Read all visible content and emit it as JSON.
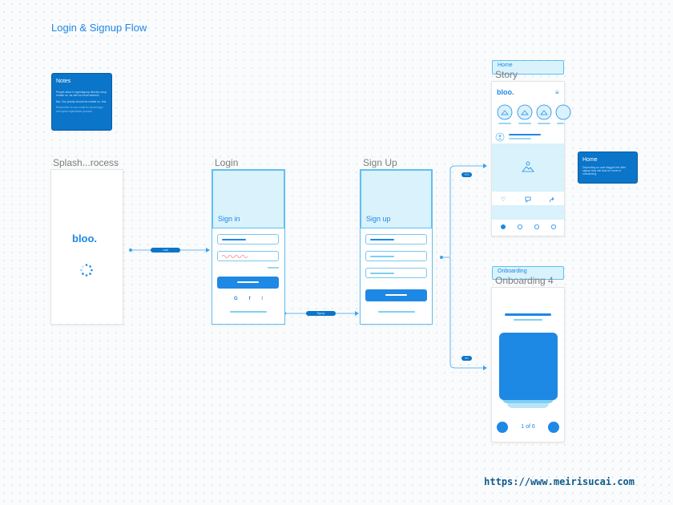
{
  "title": "Login & Signup Flow",
  "notes": {
    "title": "Notes",
    "body": [
      "People allow in login/signup directly using mobile no. as well as email address",
      "But, Our priority should be mobile no. first",
      "Remember to use email for social login and quick registration process"
    ]
  },
  "home_note": {
    "title": "Home",
    "body": "Depending on user flagged the after signup they will land on home or onboarding."
  },
  "screens": {
    "splash": {
      "label": "Splash...rocess",
      "logo": "bloo."
    },
    "login": {
      "label": "Login",
      "hero_text": "Sign in",
      "social": [
        "G",
        "f",
        "t"
      ]
    },
    "signup": {
      "label": "Sign Up",
      "hero_text": "Sign up"
    },
    "story": {
      "tag": "Home",
      "label": "Story",
      "logo": "bloo.",
      "menu_icon": "≡"
    },
    "onboarding": {
      "tag": "Onboarding",
      "label": "Onboarding 4",
      "pager": "1 of 6"
    }
  },
  "connectors": {
    "load": "Load",
    "signup": "Signup",
    "yes": "YES",
    "no": "NO"
  },
  "footer": "https://www.meirisucai.com",
  "colors": {
    "accent": "#1e88e5",
    "note_bg": "#0a75c9",
    "light": "#d9f2fc"
  }
}
